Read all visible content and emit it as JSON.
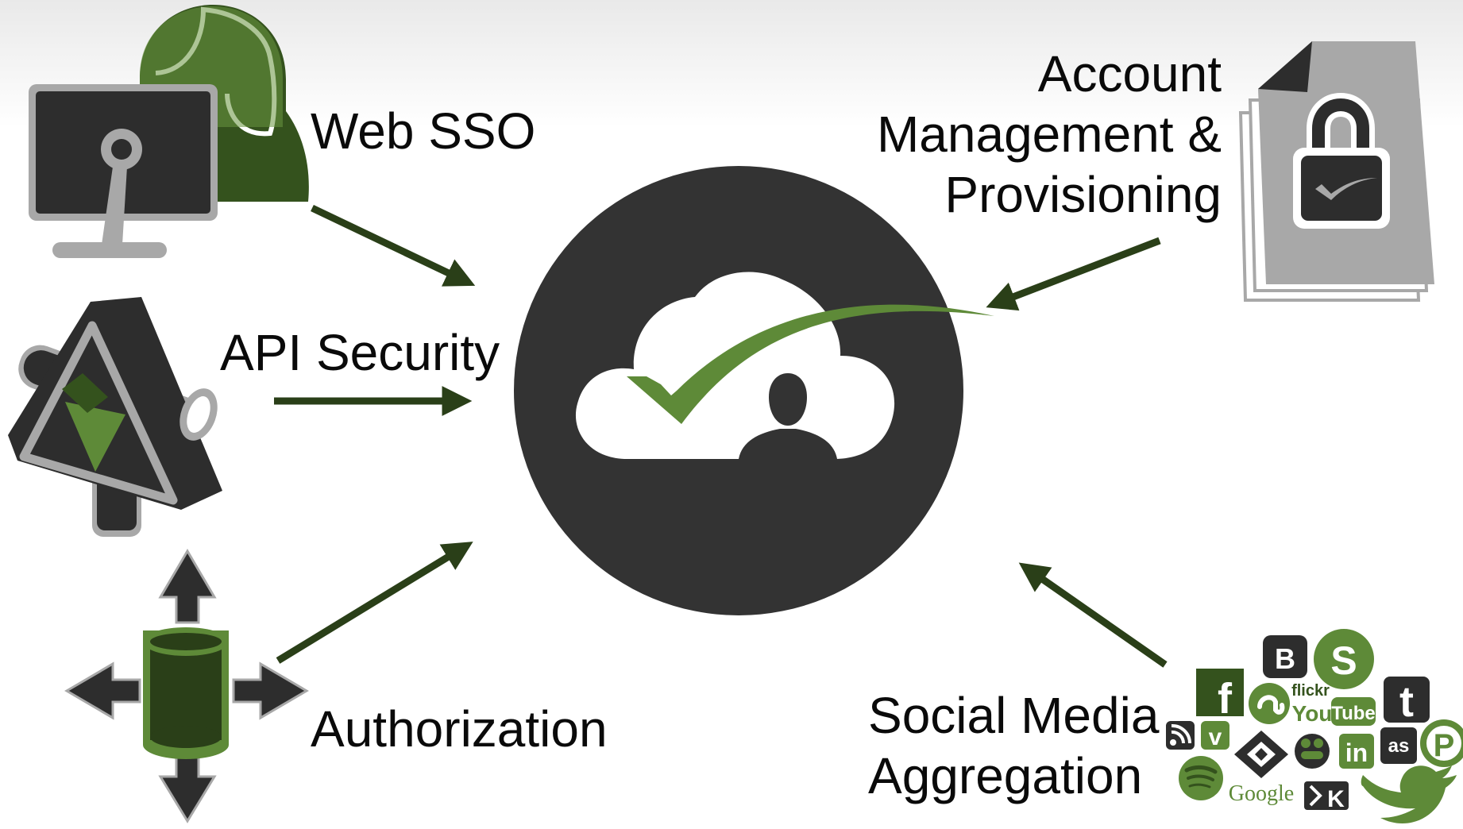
{
  "labels": {
    "web_sso": "Web SSO",
    "api_security": "API Security",
    "authorization": "Authorization",
    "account_line1": "Account",
    "account_line2": "Management &",
    "account_line3": "Provisioning",
    "social_line1": "Social Media",
    "social_line2": "Aggregation"
  },
  "social_icons": {
    "flickr": "flickr",
    "youtube_you": "You",
    "youtube_tube": "Tube",
    "google": "Google",
    "linkedin": "in",
    "lastfm": "as",
    "tumblr": "t",
    "facebook": "f",
    "vimeo": "v",
    "klout": "K",
    "blogger": "B",
    "skype": "S",
    "pinterest": "P"
  },
  "colors": {
    "accent_green": "#5e8a38",
    "dark_green": "#2a3f18",
    "hub_dark": "#333333",
    "icon_dark": "#2d2d2d",
    "icon_gray": "#a8a8a8"
  }
}
